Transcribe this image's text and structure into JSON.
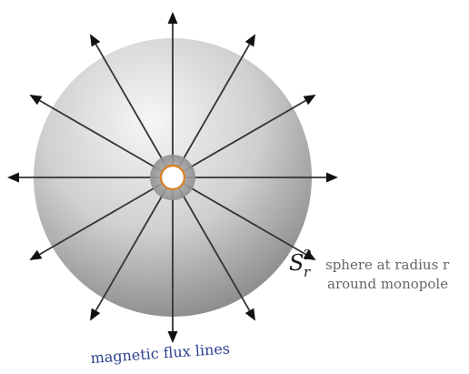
{
  "sphere_label": {
    "symbol": "S",
    "superscript": "2",
    "subscript": "r"
  },
  "sphere_description": {
    "line1": "sphere at radius r",
    "line2": "around monopole"
  },
  "flux_label": "magnetic flux lines",
  "colors": {
    "sphere_highlight": "#f4f4f4",
    "sphere_shadow": "#8a8a8a",
    "flux_line": "#333333",
    "arrow_head": "#111111",
    "monopole_ring": "#d9822b",
    "description_text": "#666666",
    "flux_label_text": "#2b3f8f"
  },
  "flux_line_count": 12
}
